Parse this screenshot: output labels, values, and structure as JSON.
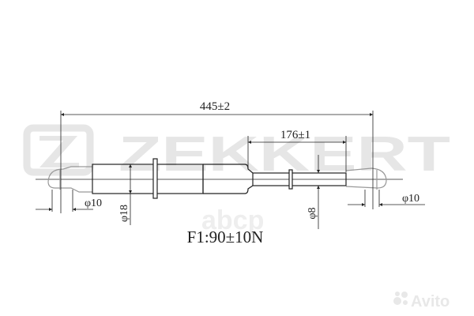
{
  "watermarks": {
    "brand": "ZEKKERT",
    "middle": "abcp",
    "corner": "Avito"
  },
  "dimensions": {
    "overall_length": "445±2",
    "stroke": "176±1",
    "left_eye_diameter": "φ10",
    "cylinder_diameter": "φ18",
    "rod_diameter": "φ8",
    "right_eye_diameter": "φ10"
  },
  "force": "F1:90±10N",
  "colors": {
    "line": "#222222",
    "watermark": "#e4e4e4"
  }
}
